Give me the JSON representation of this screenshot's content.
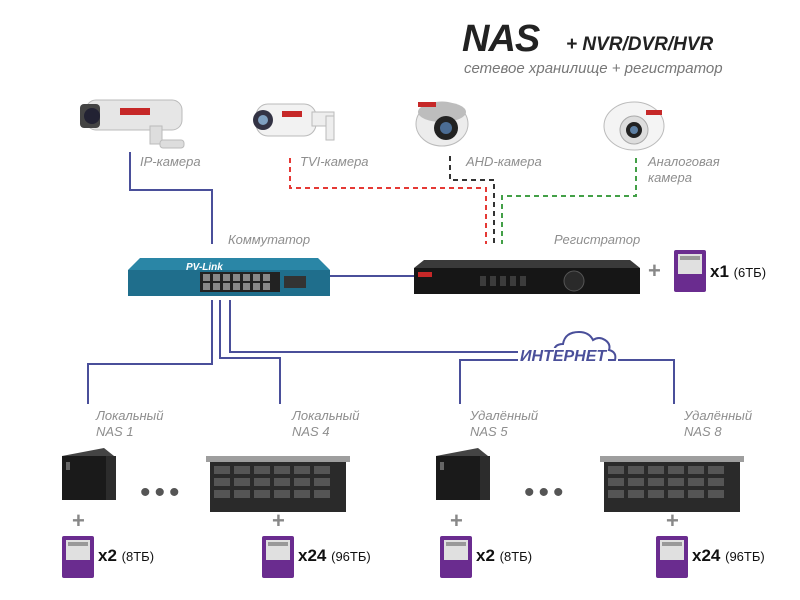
{
  "title": {
    "main": "NAS",
    "sub": "+ NVR/DVR/HVR",
    "tagline": "сетевое хранилище + регистратор"
  },
  "cameras": {
    "ip": "IP-камера",
    "tvi": "TVI-камера",
    "ahd": "AHD-камера",
    "analog_line1": "Аналоговая",
    "analog_line2": "камера"
  },
  "switch": {
    "label": "Коммутатор",
    "brand": "PV-Link"
  },
  "recorder": {
    "label": "Регистратор",
    "count": "x1",
    "capacity": "(6ТБ)"
  },
  "internet": "ИНТЕРНЕТ",
  "nas": [
    {
      "line1": "Локальный",
      "line2": "NAS 1",
      "count": "x2",
      "capacity": "(8ТБ)"
    },
    {
      "line1": "Локальный",
      "line2": "NAS 4",
      "count": "x24",
      "capacity": "(96ТБ)"
    },
    {
      "line1": "Удалённый",
      "line2": "NAS 5",
      "count": "x2",
      "capacity": "(8ТБ)"
    },
    {
      "line1": "Удалённый",
      "line2": "NAS 8",
      "count": "x24",
      "capacity": "(96ТБ)"
    }
  ],
  "ellipsis": "•••",
  "plus": "+",
  "colors": {
    "network_line": "#4a4f9a",
    "tvi_line": "#e53935",
    "ahd_line": "#333333",
    "analog_line": "#43a047",
    "hdd_purple": "#6a2c8f",
    "switch_blue": "#1f6e8c"
  },
  "icons": [
    "bullet-camera-icon",
    "dome-camera-icon",
    "network-switch-icon",
    "recorder-icon",
    "hard-drive-icon",
    "nas-2bay-icon",
    "nas-rack-icon",
    "cloud-icon"
  ]
}
